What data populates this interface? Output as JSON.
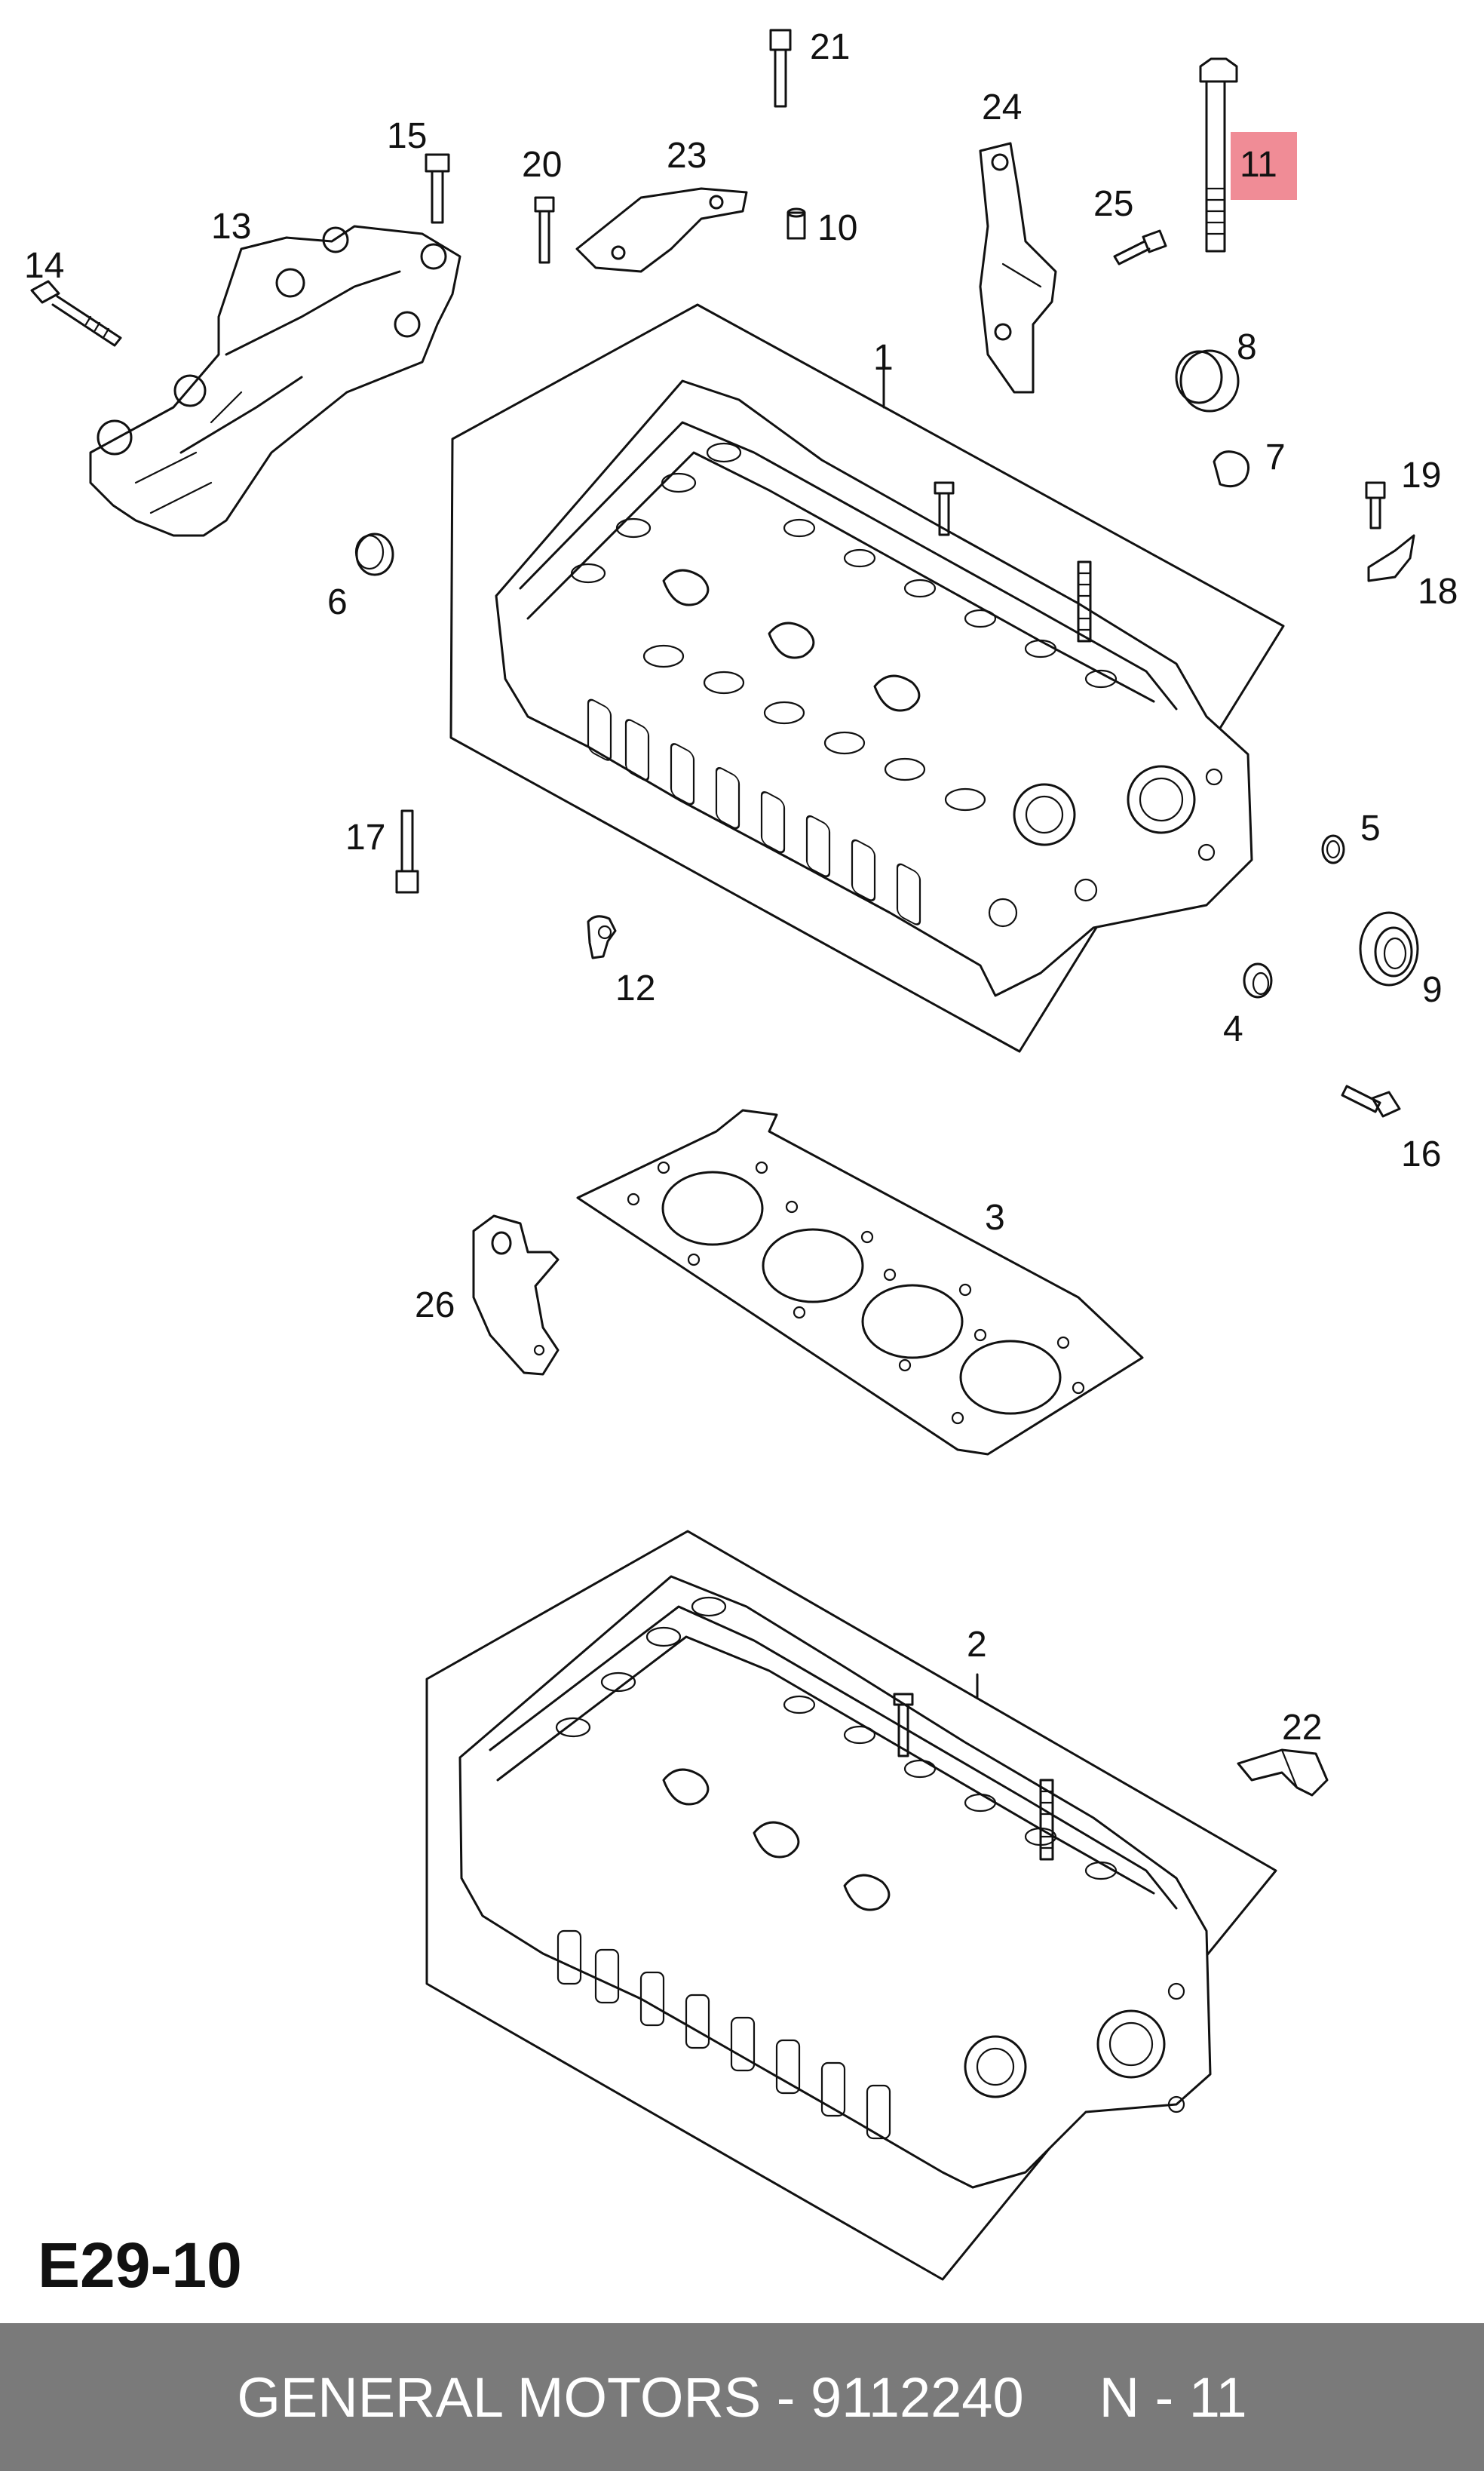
{
  "diagram_code": "E29-10",
  "footer": {
    "brand_part": "GENERAL MOTORS - 9112240",
    "ref": "N - 11"
  },
  "highlight": {
    "number": "11",
    "color": "#f08c96"
  },
  "callouts": {
    "c1": "1",
    "c2": "2",
    "c3": "3",
    "c4": "4",
    "c5": "5",
    "c6": "6",
    "c7": "7",
    "c8": "8",
    "c9": "9",
    "c10": "10",
    "c11": "11",
    "c12": "12",
    "c13": "13",
    "c14": "14",
    "c15": "15",
    "c16": "16",
    "c17": "17",
    "c18": "18",
    "c19": "19",
    "c20": "20",
    "c21": "21",
    "c22": "22",
    "c23": "23",
    "c24": "24",
    "c25": "25",
    "c26": "26"
  }
}
